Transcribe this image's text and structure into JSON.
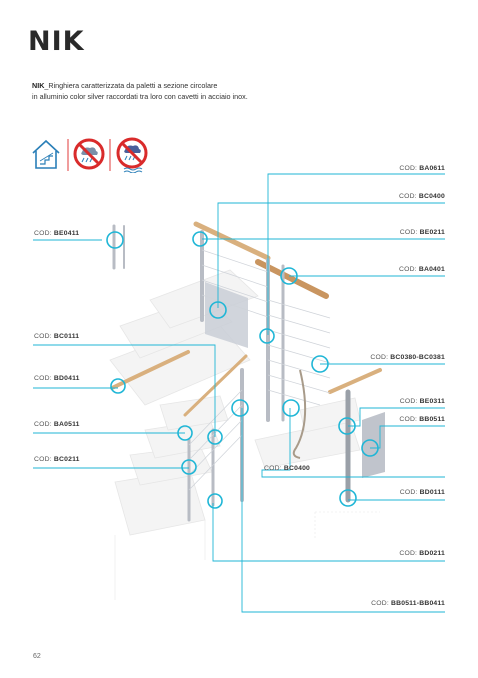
{
  "page": {
    "title": "NIK",
    "description_bold": "NIK",
    "description_rest": "_Ringhiera caratterizzata da paletti a sezione circolare",
    "description_line2": "in alluminio color silver raccordati tra loro con cavetti in acciaio inox.",
    "page_number": "62"
  },
  "icons": [
    "indoor-house-icon",
    "no-weather-rain-icon",
    "no-sea-environment-icon"
  ],
  "colors": {
    "accent": "#1fb6d6",
    "wood": "#d8ad7a",
    "text": "#333333"
  },
  "code_prefix": "COD:",
  "labels": {
    "ba0611": "BA0611",
    "bc0400_right": "BC0400",
    "be0211": "BE0211",
    "ba0401": "BA0401",
    "bc0380": "BC0380-BC0381",
    "be0311": "BE0311",
    "bb0511": "BB0511",
    "bd0111": "BD0111",
    "bd0211": "BD0211",
    "bb0511_bb0411": "BB0511-BB0411",
    "be0411": "BE0411",
    "bc0111": "BC0111",
    "bd0411": "BD0411",
    "ba0511": "BA0511",
    "bc0211": "BC0211",
    "bc0400_center": "BC0400"
  }
}
